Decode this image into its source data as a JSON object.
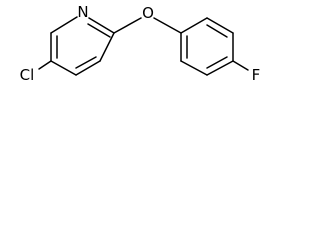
{
  "molecule": {
    "atoms": {
      "pyridine_nitrogen": "N",
      "ether_oxygen": "O",
      "chlorine": "Cl",
      "fluorine": "F"
    }
  }
}
